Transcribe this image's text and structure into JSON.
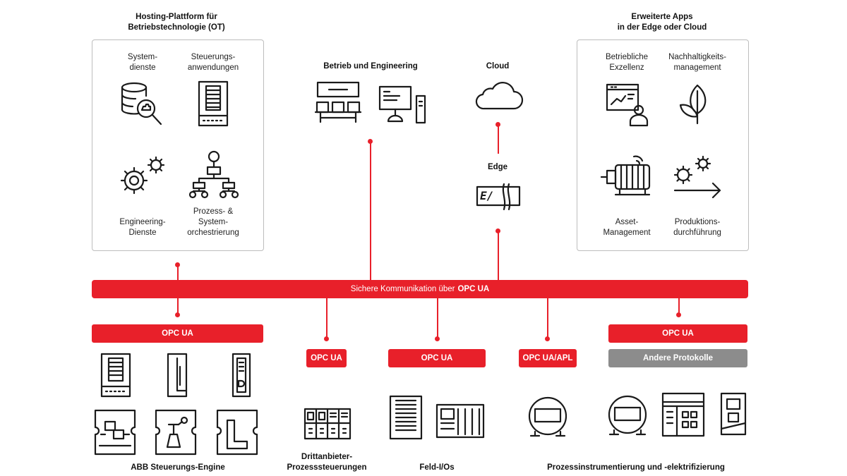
{
  "hosting": {
    "title_l1": "Hosting-Plattform für",
    "title_l2": "Betriebstechnologie (OT)",
    "system_l1": "System-",
    "system_l2": "dienste",
    "control_l1": "Steuerungs-",
    "control_l2": "anwendungen",
    "eng_l1": "Engineering-",
    "eng_l2": "Dienste",
    "proc_l1": "Prozess- &",
    "proc_l2": "System-",
    "proc_l3": "orchestrierung"
  },
  "ops": {
    "title": "Betrieb und Engineering"
  },
  "cloud": {
    "title": "Cloud"
  },
  "edge": {
    "title": "Edge",
    "symbol": "E/"
  },
  "apps": {
    "title_l1": "Erweiterte Apps",
    "title_l2": "in der Edge oder Cloud",
    "excellence_l1": "Betriebliche",
    "excellence_l2": "Exzellenz",
    "sustain_l1": "Nachhaltigkeits-",
    "sustain_l2": "management",
    "asset_l1": "Asset-",
    "asset_l2": "Management",
    "prod_l1": "Produktions-",
    "prod_l2": "durchführung"
  },
  "bus": {
    "text": "Sichere Kommunikation über",
    "bold": "OPC UA"
  },
  "bottom": {
    "abb_opc": "OPC UA",
    "abb_label": "ABB Steuerungs-Engine",
    "third_opc": "OPC UA",
    "third_l1": "Drittanbieter-",
    "third_l2": "Prozesssteuerungen",
    "field_opc": "OPC UA",
    "field_label": "Feld-I/Os",
    "apl_opc": "OPC UA/APL",
    "instr_opc": "OPC UA",
    "instr_other": "Andere Protokolle",
    "instr_label": "Prozessinstrumentierung und -elektrifizierung"
  },
  "colors": {
    "accent": "#e8202a",
    "grey": "#8c8c8c",
    "border": "#bdbdbd"
  }
}
